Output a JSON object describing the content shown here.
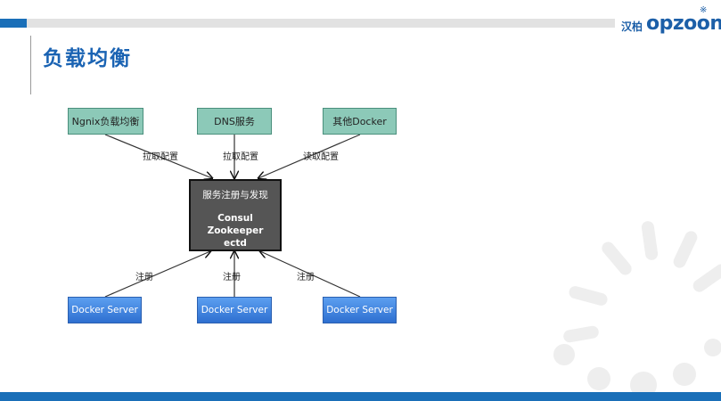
{
  "header": {
    "title": "负载均衡",
    "logo_cn": "汉柏",
    "logo_en": "opzoon",
    "logo_mark": "※"
  },
  "diagram": {
    "top_nodes": [
      "Ngnix负载均衡",
      "DNS服务",
      "其他Docker"
    ],
    "center_node": {
      "heading": "服务注册与发现",
      "lines": [
        "Consul",
        "Zookeeper",
        "ectd"
      ]
    },
    "bottom_nodes": [
      "Docker Server",
      "Docker Server",
      "Docker Server"
    ],
    "top_edge_labels": [
      "拉取配置",
      "拉取配置",
      "读取配置"
    ],
    "bottom_edge_labels": [
      "注册",
      "注册",
      "注册"
    ]
  },
  "colors": {
    "accent_blue": "#1a6fb8",
    "teal_node": "#8cc9b8",
    "blue_node": "#3b7fe0",
    "center_node": "#555555"
  }
}
